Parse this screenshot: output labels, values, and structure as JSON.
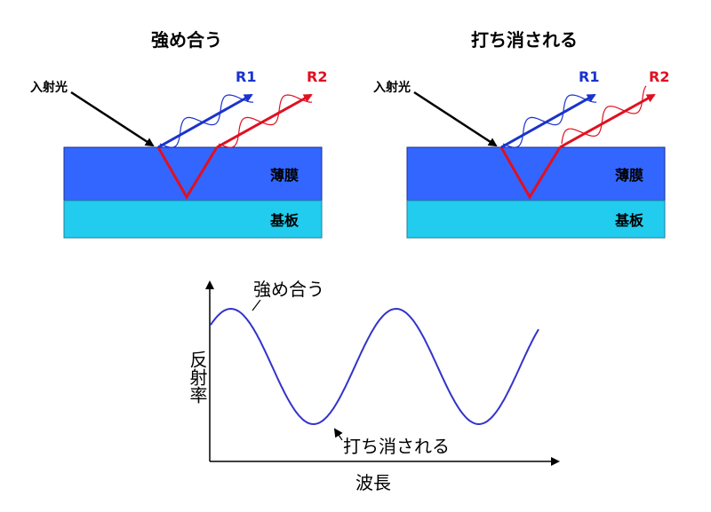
{
  "panels": [
    {
      "title": "強め合う",
      "incident_label": "入射光",
      "r1_label": "R1",
      "r2_label": "R2",
      "film_label": "薄膜",
      "substrate_label": "基板",
      "interference": "constructive"
    },
    {
      "title": "打ち消される",
      "incident_label": "入射光",
      "r1_label": "R1",
      "r2_label": "R2",
      "film_label": "薄膜",
      "substrate_label": "基板",
      "interference": "destructive"
    }
  ],
  "graph": {
    "ylabel": "反射率",
    "xlabel": "波長",
    "peak_annotation": "強め合う",
    "trough_annotation": "打ち消される"
  },
  "colors": {
    "film": "#3366ff",
    "substrate": "#22ccee",
    "r1": "#1a33cc",
    "r2": "#e01020",
    "incident": "#000000",
    "curve": "#3333cc"
  }
}
